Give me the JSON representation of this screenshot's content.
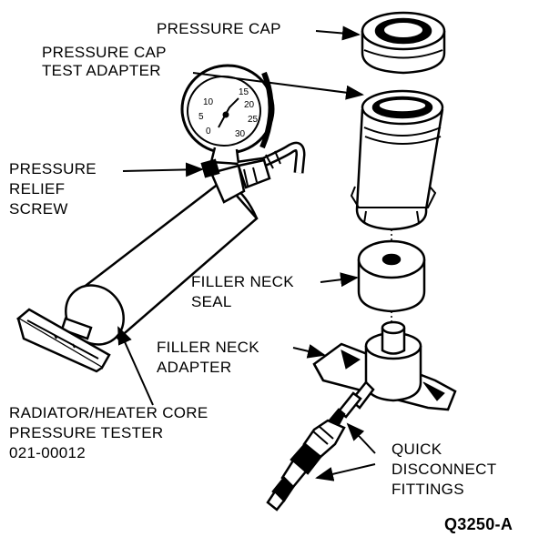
{
  "labels": {
    "pressure_cap": "PRESSURE CAP",
    "test_adapter_1": "PRESSURE CAP",
    "test_adapter_2": "TEST ADAPTER",
    "relief_1": "PRESSURE",
    "relief_2": "RELIEF",
    "relief_3": "SCREW",
    "filler_seal_1": "FILLER NECK",
    "filler_seal_2": "SEAL",
    "filler_adapter_1": "FILLER NECK",
    "filler_adapter_2": "ADAPTER",
    "tester_1": "RADIATOR/HEATER CORE",
    "tester_2": "PRESSURE TESTER",
    "tester_3": "021-00012",
    "quick_1": "QUICK",
    "quick_2": "DISCONNECT",
    "quick_3": "FITTINGS",
    "figure_ref": "Q3250-A"
  },
  "gauge": {
    "ticks": [
      "10",
      "15",
      "5",
      "20",
      "0",
      "25",
      "30"
    ]
  },
  "colors": {
    "ink": "#000000",
    "paper": "#ffffff"
  }
}
